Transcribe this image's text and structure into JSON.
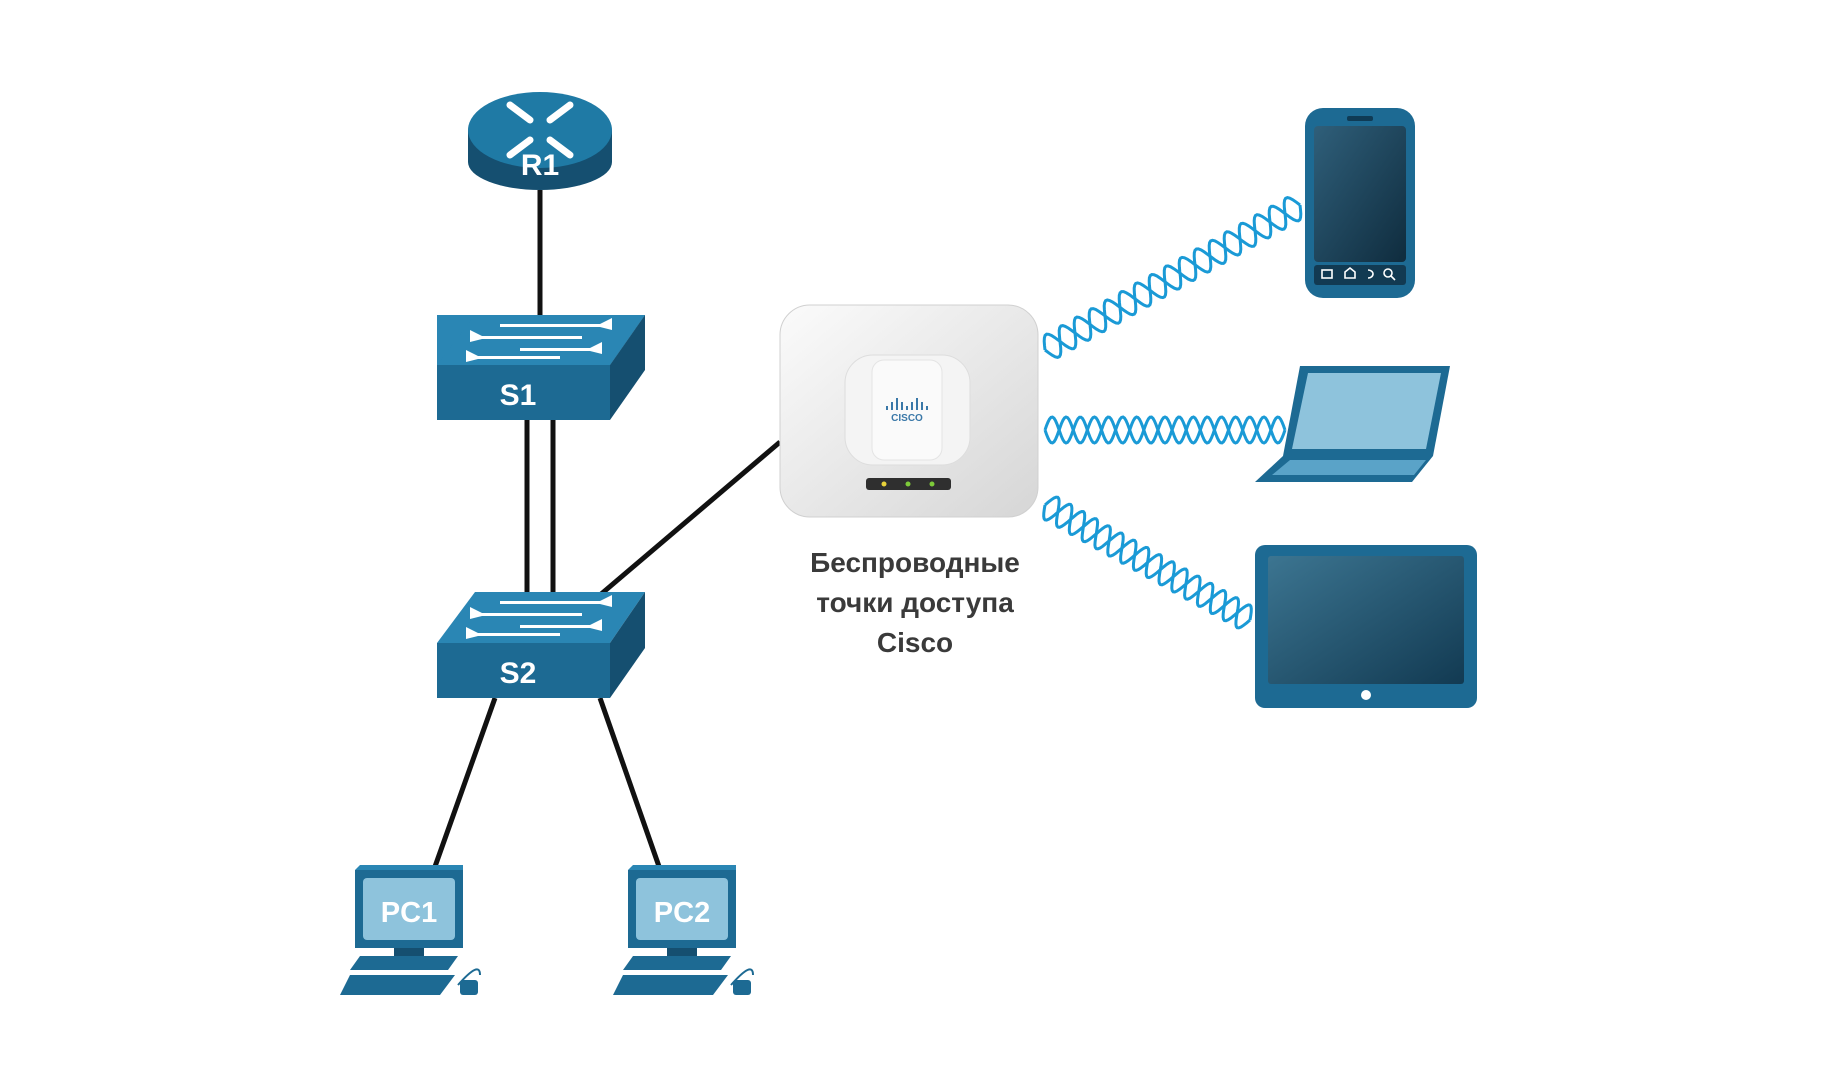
{
  "devices": {
    "router": {
      "label": "R1"
    },
    "switch1": {
      "label": "S1"
    },
    "switch2": {
      "label": "S2"
    },
    "pc1": {
      "label": "PC1"
    },
    "pc2": {
      "label": "PC2"
    },
    "access_point": {
      "brand": "CISCO"
    }
  },
  "caption": {
    "line1": "Беспроводные",
    "line2": "точки доступа",
    "line3": "Cisco"
  },
  "wireless_clients": [
    "smartphone-icon",
    "laptop-icon",
    "tablet-icon"
  ],
  "colors": {
    "device_blue": "#1d6a93",
    "device_dark": "#154f70",
    "link": "#111111",
    "wireless_signal": "#1a9ad6",
    "caption_text": "#3a3a3a"
  }
}
